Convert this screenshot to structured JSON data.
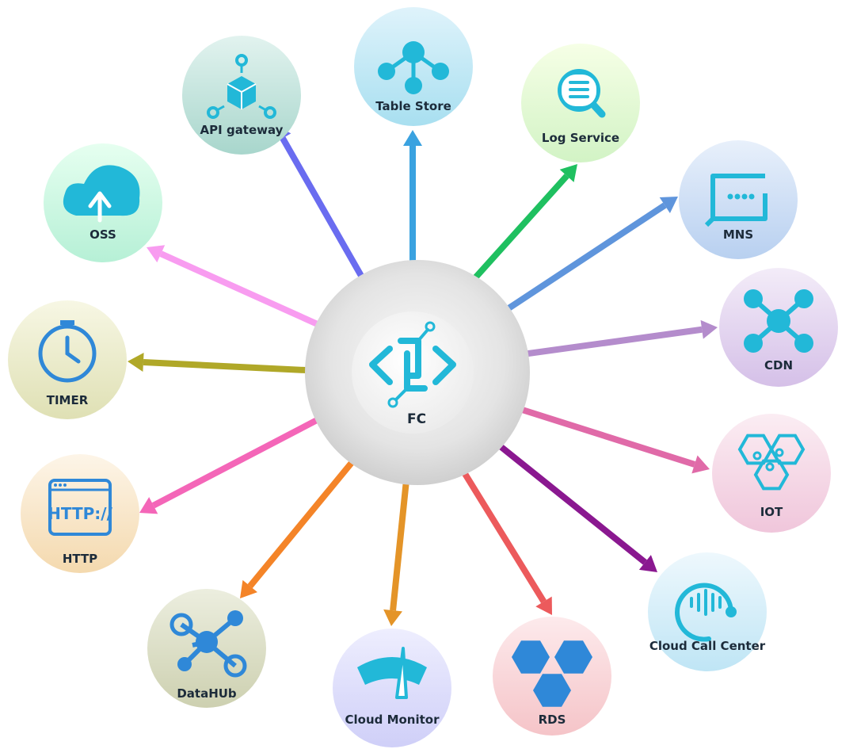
{
  "center": {
    "label": "FC",
    "icon": "function-compute-icon",
    "color": "#22b8d8"
  },
  "services": [
    {
      "id": "table-store",
      "label": "Table Store",
      "icon": "table-store-icon",
      "arrow_color": "#3aa2e0",
      "direction": "outbound",
      "gradient": [
        "#dff3fb",
        "#a8dff0"
      ]
    },
    {
      "id": "log-service",
      "label": "Log Service",
      "icon": "log-service-icon",
      "arrow_color": "#1fc060",
      "direction": "outbound",
      "gradient": [
        "#f6ffe6",
        "#d2f3c5"
      ]
    },
    {
      "id": "mns",
      "label": "MNS",
      "icon": "mns-icon",
      "arrow_color": "#5f95dc",
      "direction": "outbound",
      "gradient": [
        "#e8f0fb",
        "#b8d0f0"
      ]
    },
    {
      "id": "cdn",
      "label": "CDN",
      "icon": "cdn-icon",
      "arrow_color": "#b48ccc",
      "direction": "outbound",
      "gradient": [
        "#f3ecf8",
        "#d5c0e8"
      ]
    },
    {
      "id": "iot",
      "label": "IOT",
      "icon": "iot-icon",
      "arrow_color": "#e06aa8",
      "direction": "outbound",
      "gradient": [
        "#fbedf3",
        "#f0c6db"
      ]
    },
    {
      "id": "cloud-call-center",
      "label": "Cloud Call Center",
      "icon": "cloud-call-center-icon",
      "arrow_color": "#8a1890",
      "direction": "outbound",
      "gradient": [
        "#eef8fd",
        "#bfe5f5"
      ]
    },
    {
      "id": "rds",
      "label": "RDS",
      "icon": "rds-icon",
      "arrow_color": "#ec5a5c",
      "direction": "outbound",
      "gradient": [
        "#fdeaec",
        "#f5c4c8"
      ]
    },
    {
      "id": "cloud-monitor",
      "label": "Cloud Monitor",
      "icon": "cloud-monitor-icon",
      "arrow_color": "#e49428",
      "direction": "outbound",
      "gradient": [
        "#eeeefe",
        "#cfcff8"
      ]
    },
    {
      "id": "datahub",
      "label": "DataHUb",
      "icon": "datahub-icon",
      "arrow_color": "#f48428",
      "direction": "outbound",
      "gradient": [
        "#eceedf",
        "#cdd0b0"
      ]
    },
    {
      "id": "http",
      "label": "HTTP",
      "icon": "http-icon",
      "arrow_color": "#f466b8",
      "direction": "outbound",
      "gradient": [
        "#fdf5e8",
        "#f4d9ae"
      ]
    },
    {
      "id": "timer",
      "label": "TIMER",
      "icon": "timer-icon",
      "arrow_color": "#b0a828",
      "direction": "outbound",
      "gradient": [
        "#f7f7e4",
        "#dfe0b4"
      ]
    },
    {
      "id": "oss",
      "label": "OSS",
      "icon": "oss-icon",
      "arrow_color": "#f89cf0",
      "direction": "outbound",
      "gradient": [
        "#e6fff0",
        "#b6f0d6"
      ]
    },
    {
      "id": "api-gateway",
      "label": "API gateway",
      "icon": "api-gateway-icon",
      "arrow_color": "#6a6cf0",
      "direction": "outbound",
      "gradient": [
        "#e2f3ef",
        "#a8d6cc"
      ]
    }
  ]
}
